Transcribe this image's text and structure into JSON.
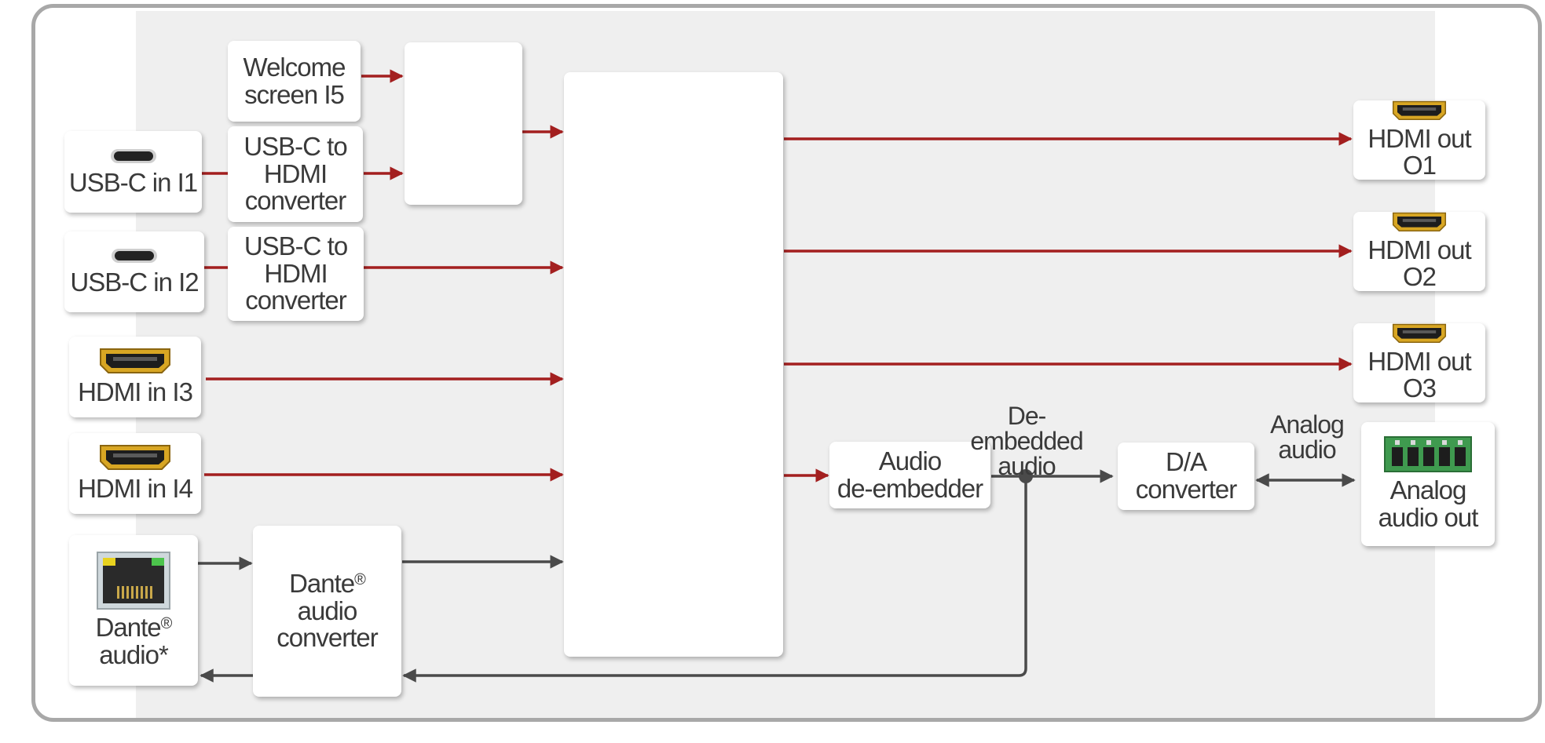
{
  "inputs": {
    "welcome": "Welcome\nscreen I5",
    "usbc1": "USB-C in I1",
    "conv1": "USB-C to\nHDMI\nconverter",
    "usbc2": "USB-C in I2",
    "conv2": "USB-C to\nHDMI\nconverter",
    "hdmi3": "HDMI in I3",
    "hdmi4": "HDMI in I4",
    "dante_name": "Dante",
    "dante_tail": "audio*",
    "dante_conv_name": "Dante",
    "dante_conv_tail": "audio\nconverter",
    "registered": "®"
  },
  "outputs": {
    "o1": "HDMI out O1",
    "o2": "HDMI out O2",
    "o3": "HDMI out O3",
    "analog_out": "Analog\naudio out"
  },
  "processing": {
    "deembedder": "Audio\nde-embedder",
    "da": "D/A\nconverter"
  },
  "labels": {
    "deembedded": "De-embedded\naudio",
    "analog": "Analog\naudio"
  },
  "colors": {
    "video": "#a31f1f",
    "audio": "#4a4a4a",
    "frame": "#a8a8a8",
    "panel": "#efefef"
  },
  "icons": [
    "usb-c-icon",
    "hdmi-port-icon",
    "rj45-icon",
    "terminal-block-icon"
  ]
}
